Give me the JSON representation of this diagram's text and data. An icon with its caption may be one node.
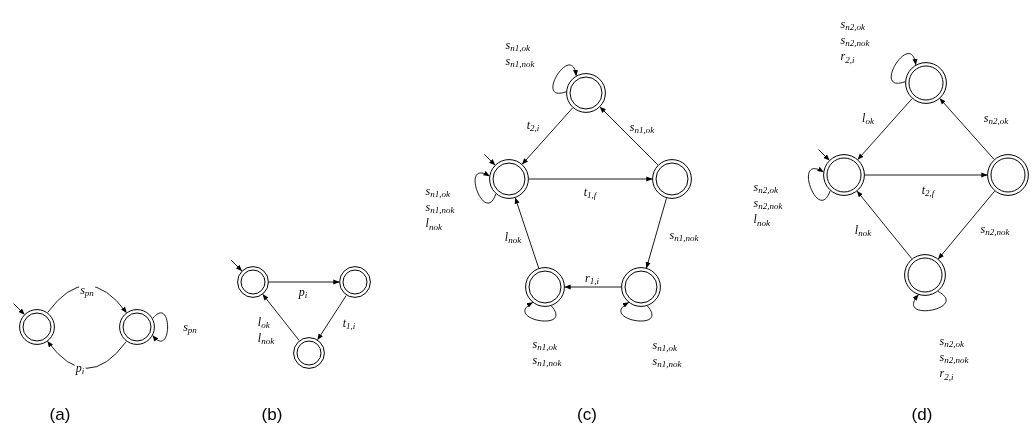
{
  "diagram": {
    "nodes": [
      {
        "text": [],
        "shape": "circle"
      },
      {
        "text": [],
        "shape": "circle"
      },
      {
        "text": [],
        "shape": "circle"
      },
      {
        "text": [],
        "shape": "circle"
      },
      {
        "text": [],
        "shape": "circle"
      },
      {
        "text": [],
        "shape": "circle"
      },
      {
        "text": [],
        "shape": "circle"
      },
      {
        "text": [],
        "shape": "circle"
      },
      {
        "text": [],
        "shape": "circle"
      },
      {
        "text": [],
        "shape": "circle"
      },
      {
        "text": [],
        "shape": "circle"
      },
      {
        "text": [],
        "shape": "circle"
      },
      {
        "text": [],
        "shape": "circle"
      },
      {
        "text": [],
        "shape": "circle"
      }
    ],
    "edges": [
      {
        "from": null,
        "to": 0,
        "arrow": "to"
      },
      {
        "from": 0,
        "to": 1,
        "arrow": "to",
        "label": "s$_{pn}$"
      },
      {
        "from": 1,
        "to": 0,
        "arrow": "to",
        "label": "p$_{i}$"
      },
      {
        "from": 1,
        "to": 1,
        "arrow": "to",
        "label": "s$_{pn}$"
      },
      {
        "from": null,
        "to": 2,
        "arrow": "to"
      },
      {
        "from": 2,
        "to": 3,
        "arrow": "to",
        "label": "p$_{i}$"
      },
      {
        "from": 3,
        "to": 4,
        "arrow": "to",
        "label": "t$_{1,i}$"
      },
      {
        "from": 4,
        "to": 2,
        "arrow": "to",
        "label": "l$_{ok}$ l$_{nok}$"
      },
      {
        "from": null,
        "to": 6,
        "arrow": "to"
      },
      {
        "from": 6,
        "to": 6,
        "arrow": "to",
        "label": "s$_{n1,ok}$ s$_{n1,nok}$ l$_{nok}$"
      },
      {
        "from": 5,
        "to": 5,
        "arrow": "to",
        "label": "s$_{n1,ok}$ s$_{n1,nok}$"
      },
      {
        "from": 5,
        "to": 6,
        "arrow": "to",
        "label": "t$_{2,i}$"
      },
      {
        "from": 7,
        "to": 5,
        "arrow": "to",
        "label": "s$_{n1,ok}$"
      },
      {
        "from": 6,
        "to": 7,
        "arrow": "to",
        "label": "t$_{1,f}$"
      },
      {
        "from": 7,
        "to": 9,
        "arrow": "to",
        "label": "s$_{n1,nok}$"
      },
      {
        "from": 9,
        "to": 8,
        "arrow": "to",
        "label": "r$_{1,i}$"
      },
      {
        "from": 8,
        "to": 6,
        "arrow": "to",
        "label": "l$_{nok}$"
      },
      {
        "from": 8,
        "to": 8,
        "arrow": "to",
        "label": "s$_{n1,ok}$ s$_{n1,nok}$"
      },
      {
        "from": 9,
        "to": 9,
        "arrow": "to",
        "label": "s$_{n1,ok}$ s$_{n1,nok}$"
      },
      {
        "from": null,
        "to": 11,
        "arrow": "to"
      },
      {
        "from": 11,
        "to": 11,
        "arrow": "to",
        "label": "s$_{n2,ok}$ s$_{n2,nok}$ l$_{nok}$"
      },
      {
        "from": 10,
        "to": 10,
        "arrow": "to",
        "label": "s$_{n2,ok}$ s$_{n2,nok}$ r$_{2,i}$"
      },
      {
        "from": 10,
        "to": 11,
        "arrow": "to",
        "label": "l$_{ok}$"
      },
      {
        "from": 12,
        "to": 10,
        "arrow": "to",
        "label": "s$_{n2,ok}$"
      },
      {
        "from": 11,
        "to": 12,
        "arrow": "to",
        "label": "t$_{2,f}$"
      },
      {
        "from": 12,
        "to": 13,
        "arrow": "to",
        "label": "s$_{n2,nok}$"
      },
      {
        "from": 13,
        "to": 11,
        "arrow": "to",
        "label": "l$_{nok}$"
      },
      {
        "from": 13,
        "to": 13,
        "arrow": "to",
        "label": "s$_{n2,ok}$ s$_{n2,nok}$ r$_{2,i}$"
      }
    ],
    "labels": [
      "(a)",
      "(b)",
      "(c)",
      "(d)"
    ]
  }
}
